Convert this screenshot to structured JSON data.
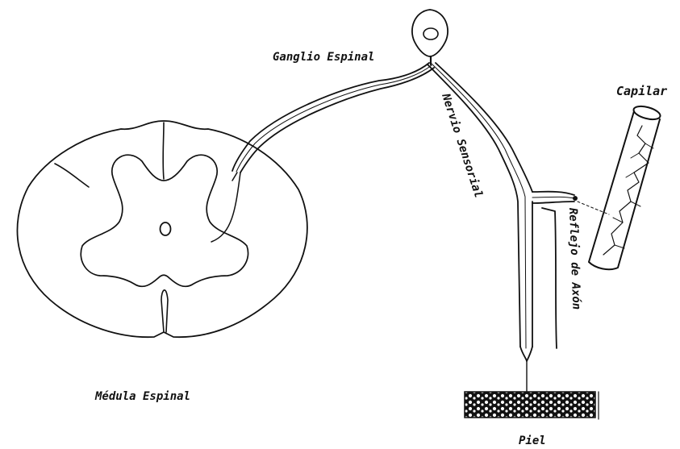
{
  "labels": {
    "ganglion": "Ganglio Espinal",
    "nerve": "Nervio Sensorial",
    "capillary": "Capilar",
    "axon_reflex": "Reflejo de Axón",
    "spinal_cord": "Médula Espinal",
    "skin": "Piel"
  },
  "colors": {
    "ink": "#111111",
    "paper": "#ffffff"
  }
}
